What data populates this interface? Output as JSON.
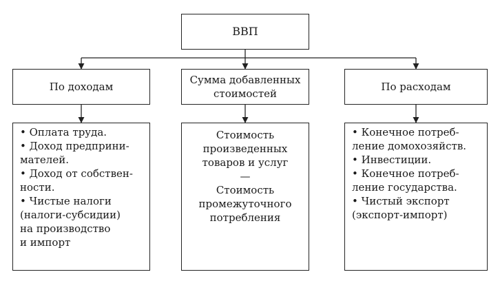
{
  "root": {
    "label": "ВВП"
  },
  "methods": [
    {
      "title": [
        "По доходам"
      ]
    },
    {
      "title": [
        "Сумма добавленных",
        "стоимостей"
      ]
    },
    {
      "title": [
        "По расходам"
      ]
    }
  ],
  "details": {
    "income": [
      [
        "• Оплата труда."
      ],
      [
        "• Доход предприни-",
        "мателей."
      ],
      [
        "• Доход от собствен-",
        "ности."
      ],
      [
        "• Чистые налоги",
        "(налоги-субсидии)",
        "на производство",
        "и импорт"
      ]
    ],
    "value_added": [
      "Стоимость",
      "произведенных",
      "товаров и услуг",
      "—",
      "Стоимость",
      "промежуточного",
      "потребления"
    ],
    "expenditure": [
      [
        "• Конечное потреб-",
        "ление домохозяйств."
      ],
      [
        "• Инвестиции."
      ],
      [
        "• Конечное потреб-",
        "ление государства."
      ],
      [
        "• Чистый экспорт",
        "(экспорт-импорт)"
      ]
    ]
  }
}
